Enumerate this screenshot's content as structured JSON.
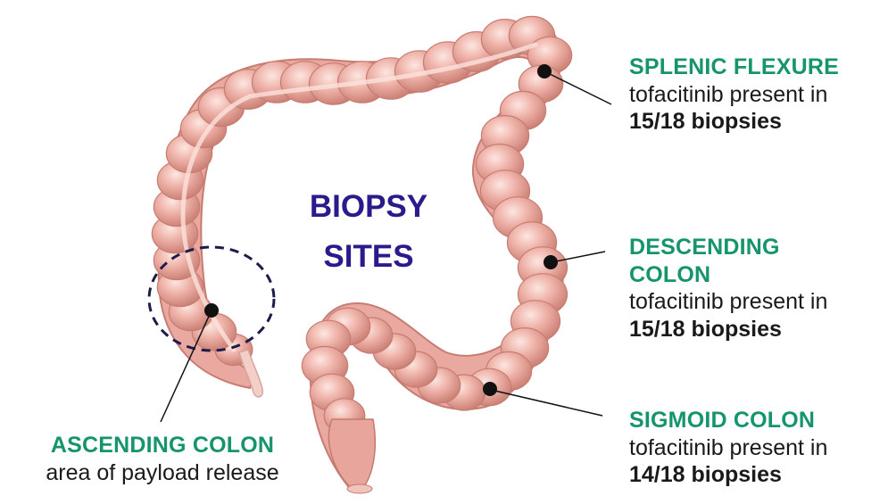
{
  "title_lines": [
    "BIOPSY",
    "SITES"
  ],
  "sites": [
    {
      "name": "SPLENIC FLEXURE",
      "desc": "tofacitinib present in",
      "count": "15/18 biopsies"
    },
    {
      "name_lines": [
        "DESCENDING",
        "COLON"
      ],
      "desc": "tofacitinib present in",
      "count": "15/18 biopsies"
    },
    {
      "name": "SIGMOID COLON",
      "desc": "tofacitinib present in",
      "count": "14/18 biopsies"
    },
    {
      "name": "ASCENDING COLON",
      "desc": "area of payload release"
    }
  ],
  "colors": {
    "site_label": "#16946b",
    "title": "#2a1b8c",
    "colon_fill": "#e9a9a0",
    "colon_shadow": "#c77c72",
    "colon_highlight": "#fbe2dc",
    "marker": "#111111",
    "release_circle": "#1c1c4a"
  }
}
